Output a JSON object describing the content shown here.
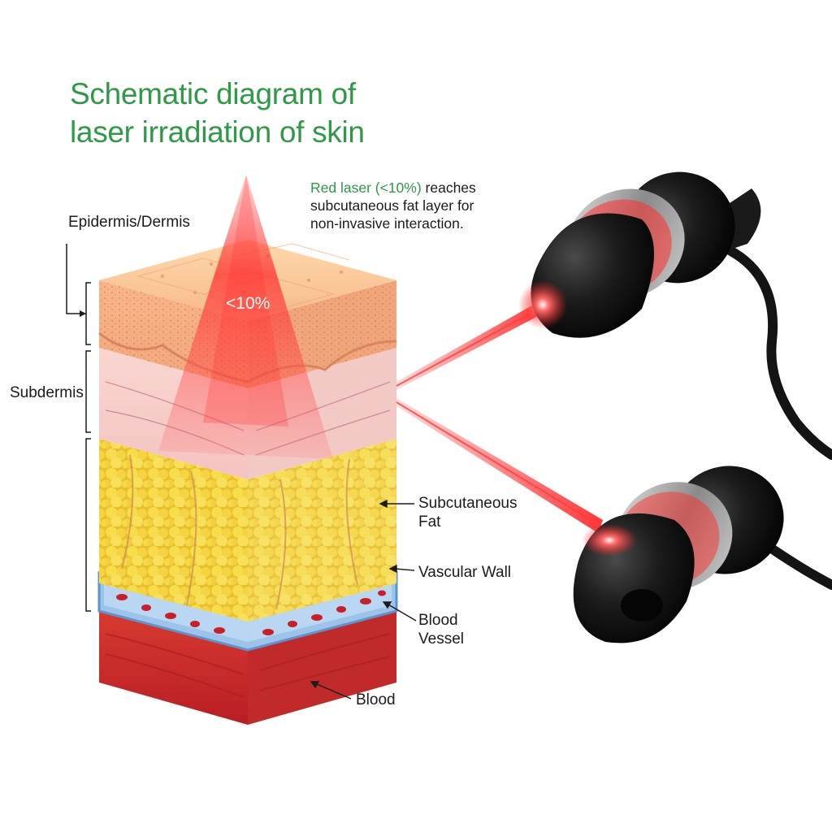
{
  "title": {
    "line1": "Schematic diagram of",
    "line2": "laser irradiation of skin"
  },
  "note": {
    "highlight": "Red laser (<10%)",
    "line1_rest": " reaches",
    "line2": "subcutaneous fat layer for",
    "line3": "non-invasive interaction."
  },
  "beam_label": "<10%",
  "labels": {
    "epidermis": "Epidermis/Dermis",
    "subdermis": "Subdermis",
    "fat_line1": "Subcutaneous",
    "fat_line2": "Fat",
    "vascular_wall": "Vascular Wall",
    "vessel_line1": "Blood",
    "vessel_line2": "Vessel",
    "blood": "Blood"
  },
  "colors": {
    "title": "#2e9a45",
    "laser": "#ff2a2a",
    "fat": "#f2d33a",
    "blood": "#c8242a",
    "vessel_wall": "#7fb2e0",
    "earbud": "#151515"
  }
}
